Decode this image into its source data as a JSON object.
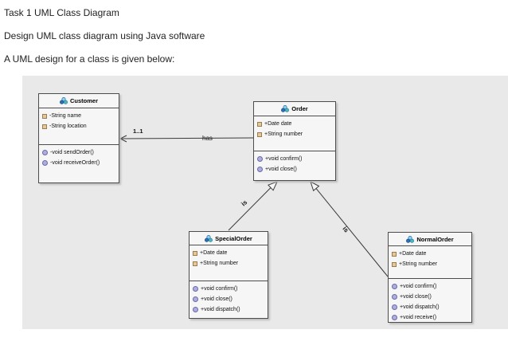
{
  "page": {
    "heading_lines": [
      "Task 1 UML Class Diagram",
      "Design UML class diagram using Java software",
      "A UML design for a class is given below:"
    ]
  },
  "diagram": {
    "classes": [
      {
        "name": "Customer",
        "attributes": [
          "-String name",
          "-String location"
        ],
        "methods": [
          "-void sendOrder()",
          "-void receiveOrder()"
        ]
      },
      {
        "name": "Order",
        "attributes": [
          "+Date date",
          "+String number"
        ],
        "methods": [
          "+void confirm()",
          "+void close()"
        ]
      },
      {
        "name": "SpecialOrder",
        "attributes": [
          "+Date date",
          "+String number"
        ],
        "methods": [
          "+void confirm()",
          "+void close()",
          "+void dispatch()"
        ]
      },
      {
        "name": "NormalOrder",
        "attributes": [
          "+Date date",
          "+String number"
        ],
        "methods": [
          "+void confirm()",
          "+void close()",
          "+void dispatch()",
          "+void receive()"
        ]
      }
    ],
    "edges": {
      "association": {
        "multiplicity": "1..1",
        "label": "has"
      },
      "inheritance_special": {
        "label": "is"
      },
      "inheritance_normal": {
        "label": "is"
      }
    },
    "icons": {
      "class": "class-icon",
      "attribute": "attribute-icon",
      "method": "method-icon"
    },
    "colors": {
      "panel_bg": "#e9e9e9",
      "box_bg": "#f6f6f6",
      "box_border": "#4d4d4d",
      "attribute_icon": "#e6c79c",
      "method_icon": "#aeaedd",
      "line": "#3a3a3a"
    }
  }
}
